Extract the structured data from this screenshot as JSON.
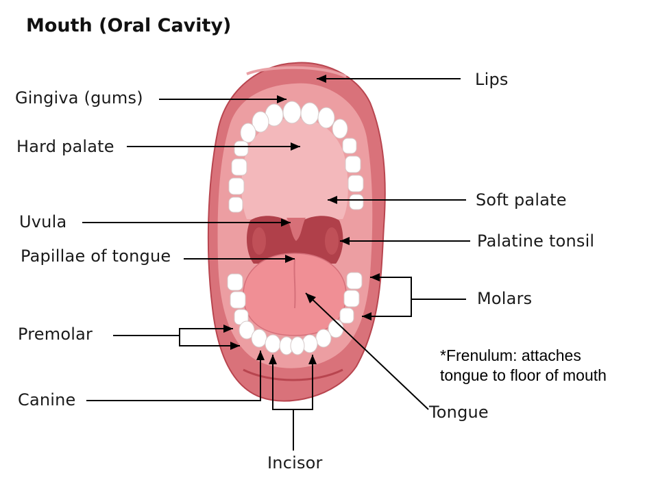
{
  "title": "Mouth (Oral Cavity)",
  "labels": {
    "lips": "Lips",
    "gingiva": "Gingiva (gums)",
    "hard_palate": "Hard palate",
    "soft_palate": "Soft palate",
    "uvula": "Uvula",
    "palatine_tonsil": "Palatine tonsil",
    "papillae": "Papillae of tongue",
    "molars": "Molars",
    "premolar": "Premolar",
    "canine": "Canine",
    "tongue": "Tongue",
    "incisor": "Incisor"
  },
  "note": {
    "line1": "*Frenulum: attaches",
    "line2": "tongue to floor of mouth"
  },
  "colors": {
    "lips": "#d9727a",
    "lip_shade": "#b8454f",
    "palate": "#f3b8bb",
    "throat": "#b0404a",
    "tongue": "#f08f95",
    "teeth": "#ffffff",
    "gum": "#e88f95",
    "leader": "#000000"
  }
}
